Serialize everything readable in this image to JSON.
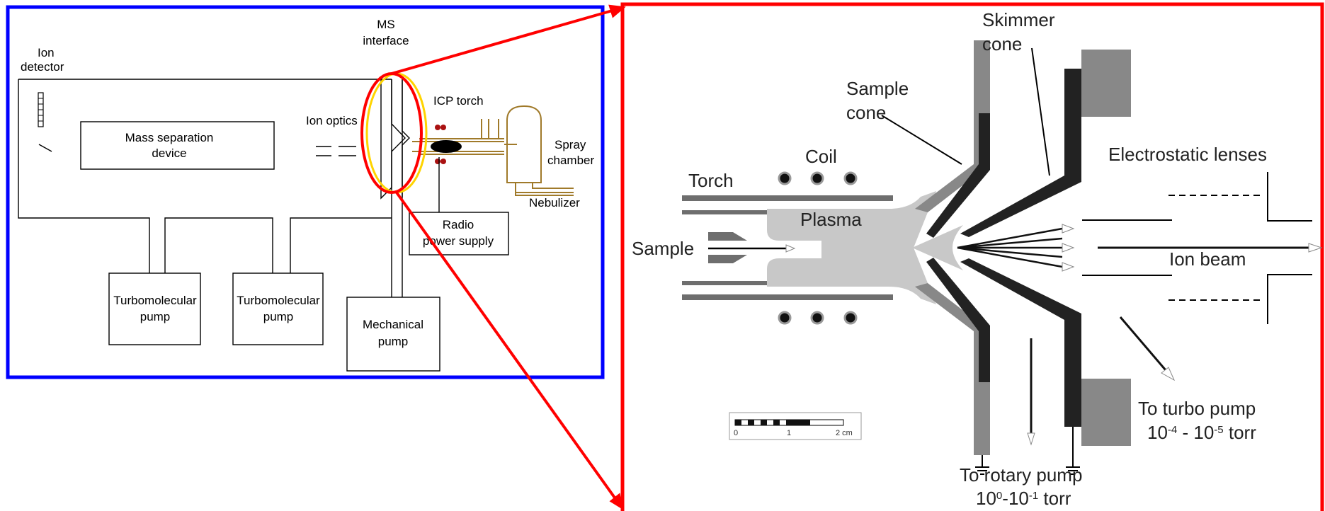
{
  "overview": {
    "labels": {
      "ion_detector_1": "Ion",
      "ion_detector_2": "detector",
      "ms_interface_1": "MS",
      "ms_interface_2": "interface",
      "mass_sep_1": "Mass separation",
      "mass_sep_2": "device",
      "ion_optics": "Ion optics",
      "icp_torch": "ICP torch",
      "spray_1": "Spray",
      "spray_2": "chamber",
      "nebulizer": "Nebulizer",
      "radio_1": "Radio",
      "radio_2": "power supply",
      "turbo1_1": "Turbomolecular",
      "turbo1_2": "pump",
      "turbo2_1": "Turbomolecular",
      "turbo2_2": "pump",
      "mech_1": "Mechanical",
      "mech_2": "pump"
    },
    "colors": {
      "frame": "#0000ff",
      "zoom_ellipse": "#ff0000",
      "highlight": "#ffd400",
      "torch_glassware": "#a07a2a",
      "coil": "#aa1111"
    }
  },
  "detail": {
    "labels": {
      "skimmer_1": "Skimmer",
      "skimmer_2": "cone",
      "sample_cone_1": "Sample",
      "sample_cone_2": "cone",
      "coil": "Coil",
      "torch": "Torch",
      "plasma": "Plasma",
      "sample": "Sample",
      "lenses": "Electrostatic lenses",
      "ion_beam": "Ion beam",
      "turbo_1": "To turbo pump",
      "rotary_1": "To rotary pump"
    },
    "pressures": {
      "turbo": {
        "a": "10",
        "a_exp": "-4",
        "sep": " - ",
        "b": "10",
        "b_exp": "-5",
        "unit": " torr"
      },
      "rotary": {
        "a": "10",
        "a_exp": "0",
        "sep": "-",
        "b": "10",
        "b_exp": "-1",
        "unit": " torr"
      }
    },
    "scale_bar": {
      "ticks": [
        "0",
        "1",
        "2 cm"
      ]
    },
    "colors": {
      "frame": "#ff0000",
      "plasma": "#c8c8c8",
      "cone_dark": "#222222",
      "cone_grey": "#888888"
    }
  }
}
